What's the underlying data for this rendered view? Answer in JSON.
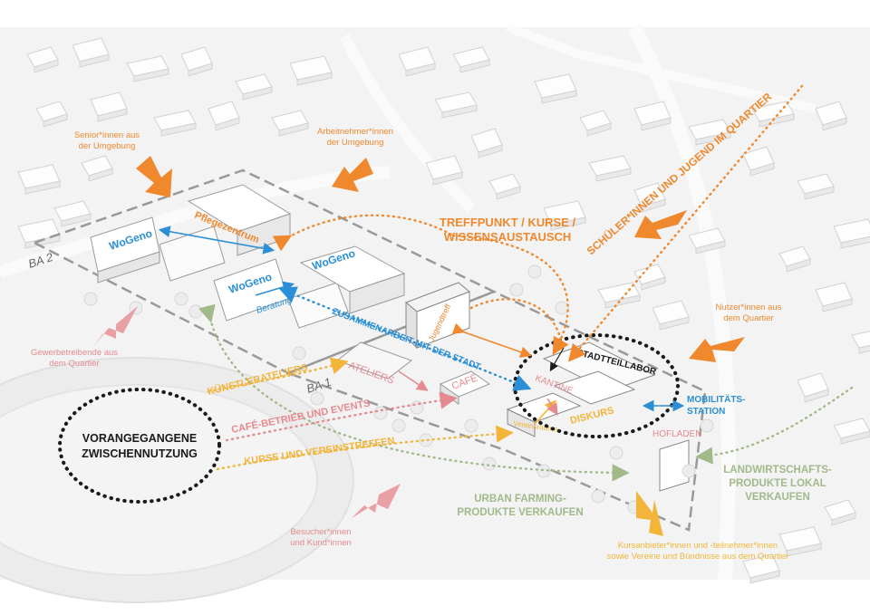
{
  "colors": {
    "orange": "#f0882e",
    "pink": "#e58a8e",
    "yellow": "#f2b53a",
    "blue": "#2a8fd6",
    "green": "#a2b98a",
    "black": "#1a1a1a",
    "grey_label": "#7a7a7a"
  },
  "actors": {
    "seniors_l1": "Senior*innen aus",
    "seniors_l2": "der Umgebung",
    "workers_l1": "Arbeitnehmer*innen",
    "workers_l2": "der Umgebung",
    "users_l1": "Nutzer*innen aus",
    "users_l2": "dem Quartier",
    "trades_l1": "Gewerbetreibende aus",
    "trades_l2": "dem Quartier",
    "visitors_l1": "Besucher*innen",
    "visitors_l2": "und Kund*innen",
    "providers_l1": "Kursanbieter*innen und -teilnehmer*innen",
    "providers_l2": "sowie Vereine und Bündnisse aus dem Quartier"
  },
  "flows": {
    "treffpunkt_l1": "TREFFPUNKT / KURSE /",
    "treffpunkt_l2": "WISSENSAUSTAUSCH",
    "schueler": "SCHÜLER*INNEN UND JUGEND IM QUARTIER",
    "zusammenarbeit": "ZUSAMMENARBEIT MIT DER STADT",
    "kuenstler": "KÜNSTLERATELIERS",
    "cafe_events": "CAFÉ-BETRIEB UND EVENTS",
    "kurse": "KURSE UND VEREINSTREFFEN",
    "urban_l1": "URBAN FARMING-",
    "urban_l2": "PRODUKTE VERKAUFEN",
    "land_l1": "LANDWIRTSCHAFTS-",
    "land_l2": "PRODUKTE LOKAL",
    "land_l3": "VERKAUFEN"
  },
  "buildings": {
    "wogeno_1": "WoGeno",
    "wogeno_2": "WoGeno",
    "wogeno_3": "WoGeno",
    "pflege": "Pflegezentrum",
    "beratung": "Beratung",
    "jugendtreff": "Jugendtreff",
    "ateliers": "ATELIERS",
    "cafe": "CAFÉ",
    "kantine": "KANTINE",
    "diskurs": "DISKURS",
    "vereinsraeume": "Vereinsräume",
    "hofladen": "HOFLADEN",
    "stadtteillabor": "STADTTEILLABOR",
    "mobil_l1": "MOBILITÄTS-",
    "mobil_l2": "STATION"
  },
  "phases": {
    "ba2": "BA 2",
    "ba1": "BA 1"
  },
  "prior": {
    "l1": "VORANGEGANGENE",
    "l2": "ZWISCHENNUTZUNG"
  }
}
